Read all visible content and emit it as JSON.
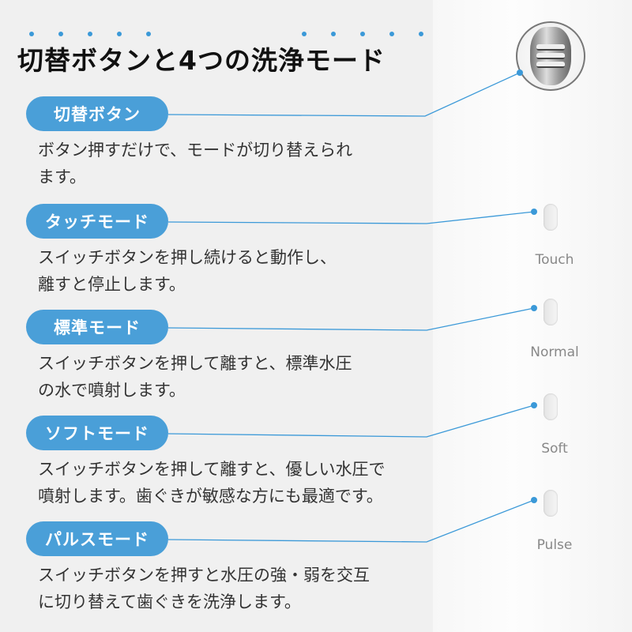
{
  "title": "切替ボタンと4つの洗浄モード",
  "colors": {
    "accent": "#4a9fd8",
    "line": "#3b99d8"
  },
  "sections": [
    {
      "label": "切替ボタン",
      "desc_lines": [
        "ボタン押すだけで、モードが切り替えられ",
        "ます。"
      ]
    },
    {
      "label": "タッチモード",
      "desc_lines": [
        "スイッチボタンを押し続けると動作し、",
        "離すと停止します。"
      ]
    },
    {
      "label": "標準モード",
      "desc_lines": [
        "スイッチボタンを押して離すと、標準水圧",
        "の水で噴射します。"
      ]
    },
    {
      "label": "ソフトモード",
      "desc_lines": [
        "スイッチボタンを押して離すと、優しい水圧で",
        "噴射します。歯ぐきが敏感な方にも最適です。"
      ]
    },
    {
      "label": "パルスモード",
      "desc_lines": [
        "スイッチボタンを押すと水圧の強・弱を交互",
        "に切り替えて歯ぐきを洗浄します。"
      ]
    }
  ],
  "device_labels": [
    "Touch",
    "Normal",
    "Soft",
    "Pulse"
  ]
}
